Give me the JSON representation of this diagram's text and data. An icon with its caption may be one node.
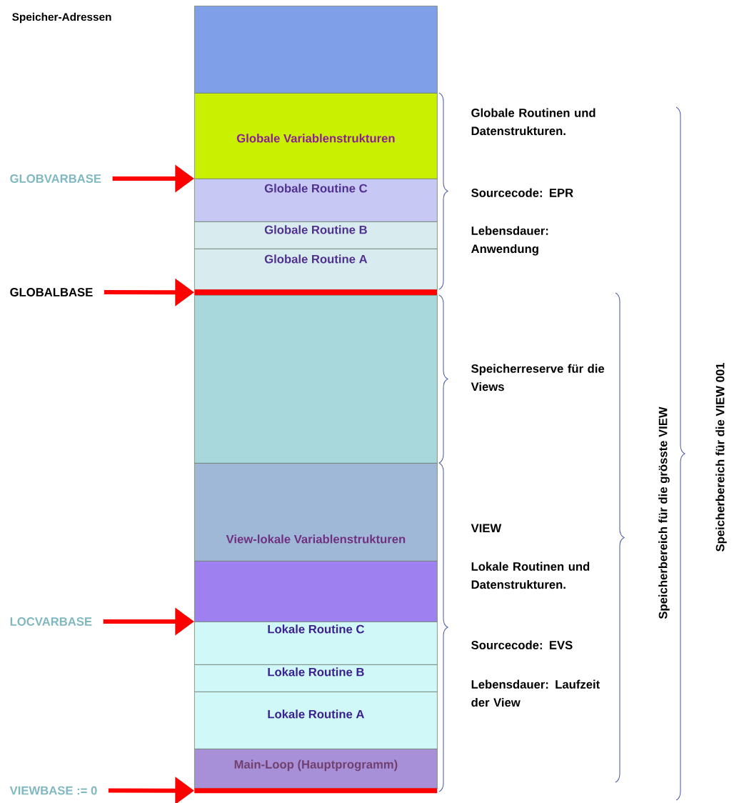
{
  "diagram": {
    "title": "Speicher-Adressen",
    "nodes": [
      {
        "text": [],
        "shape": "box"
      },
      {
        "text": [
          "Globale Variablenstrukturen"
        ]
      },
      {
        "text": [
          "Globale Routine C"
        ]
      },
      {
        "text": [
          "Globale Routine B"
        ]
      },
      {
        "text": [
          "Globale Routine A"
        ]
      },
      {
        "text": [],
        "shape": "bar"
      },
      {
        "text": [],
        "shape": "box"
      },
      {
        "text": [
          "View-lokale Variablenstrukturen"
        ]
      },
      {
        "text": [],
        "shape": "box"
      },
      {
        "text": [
          "Lokale Routine C"
        ]
      },
      {
        "text": [
          "Lokale Routine B"
        ]
      },
      {
        "text": [
          "Lokale Routine A"
        ]
      },
      {
        "text": [
          "Main-Loop (Hauptprogramm)"
        ]
      },
      {
        "text": [],
        "shape": "bar"
      },
      {
        "text": [
          "GLOBVARBASE"
        ]
      },
      {
        "text": [
          "GLOBALBASE"
        ]
      },
      {
        "text": [
          "LOCVARBASE"
        ]
      },
      {
        "text": [
          "VIEWBASE := 0"
        ]
      }
    ],
    "edges": [
      {
        "from": 14,
        "to": 2,
        "arrow": "to"
      },
      {
        "from": 15,
        "to": 5,
        "arrow": "to"
      },
      {
        "from": 16,
        "to": 9,
        "arrow": "to"
      },
      {
        "from": 17,
        "to": 13,
        "arrow": "to"
      }
    ],
    "labels": [
      "Globale Routinen und Datenstrukturen.",
      "Sourcecode: EPR",
      "Lebensdauer: Anwendung",
      "Speicherreserve für die Views",
      "VIEW",
      "Lokale Routinen und Datenstrukturen.",
      "Sourcecode: EVS",
      "Lebensdauer: Laufzeit der View",
      "Speicherbereich für die grösste VIEW",
      "Speicherbereich für die VIEW 001"
    ]
  }
}
